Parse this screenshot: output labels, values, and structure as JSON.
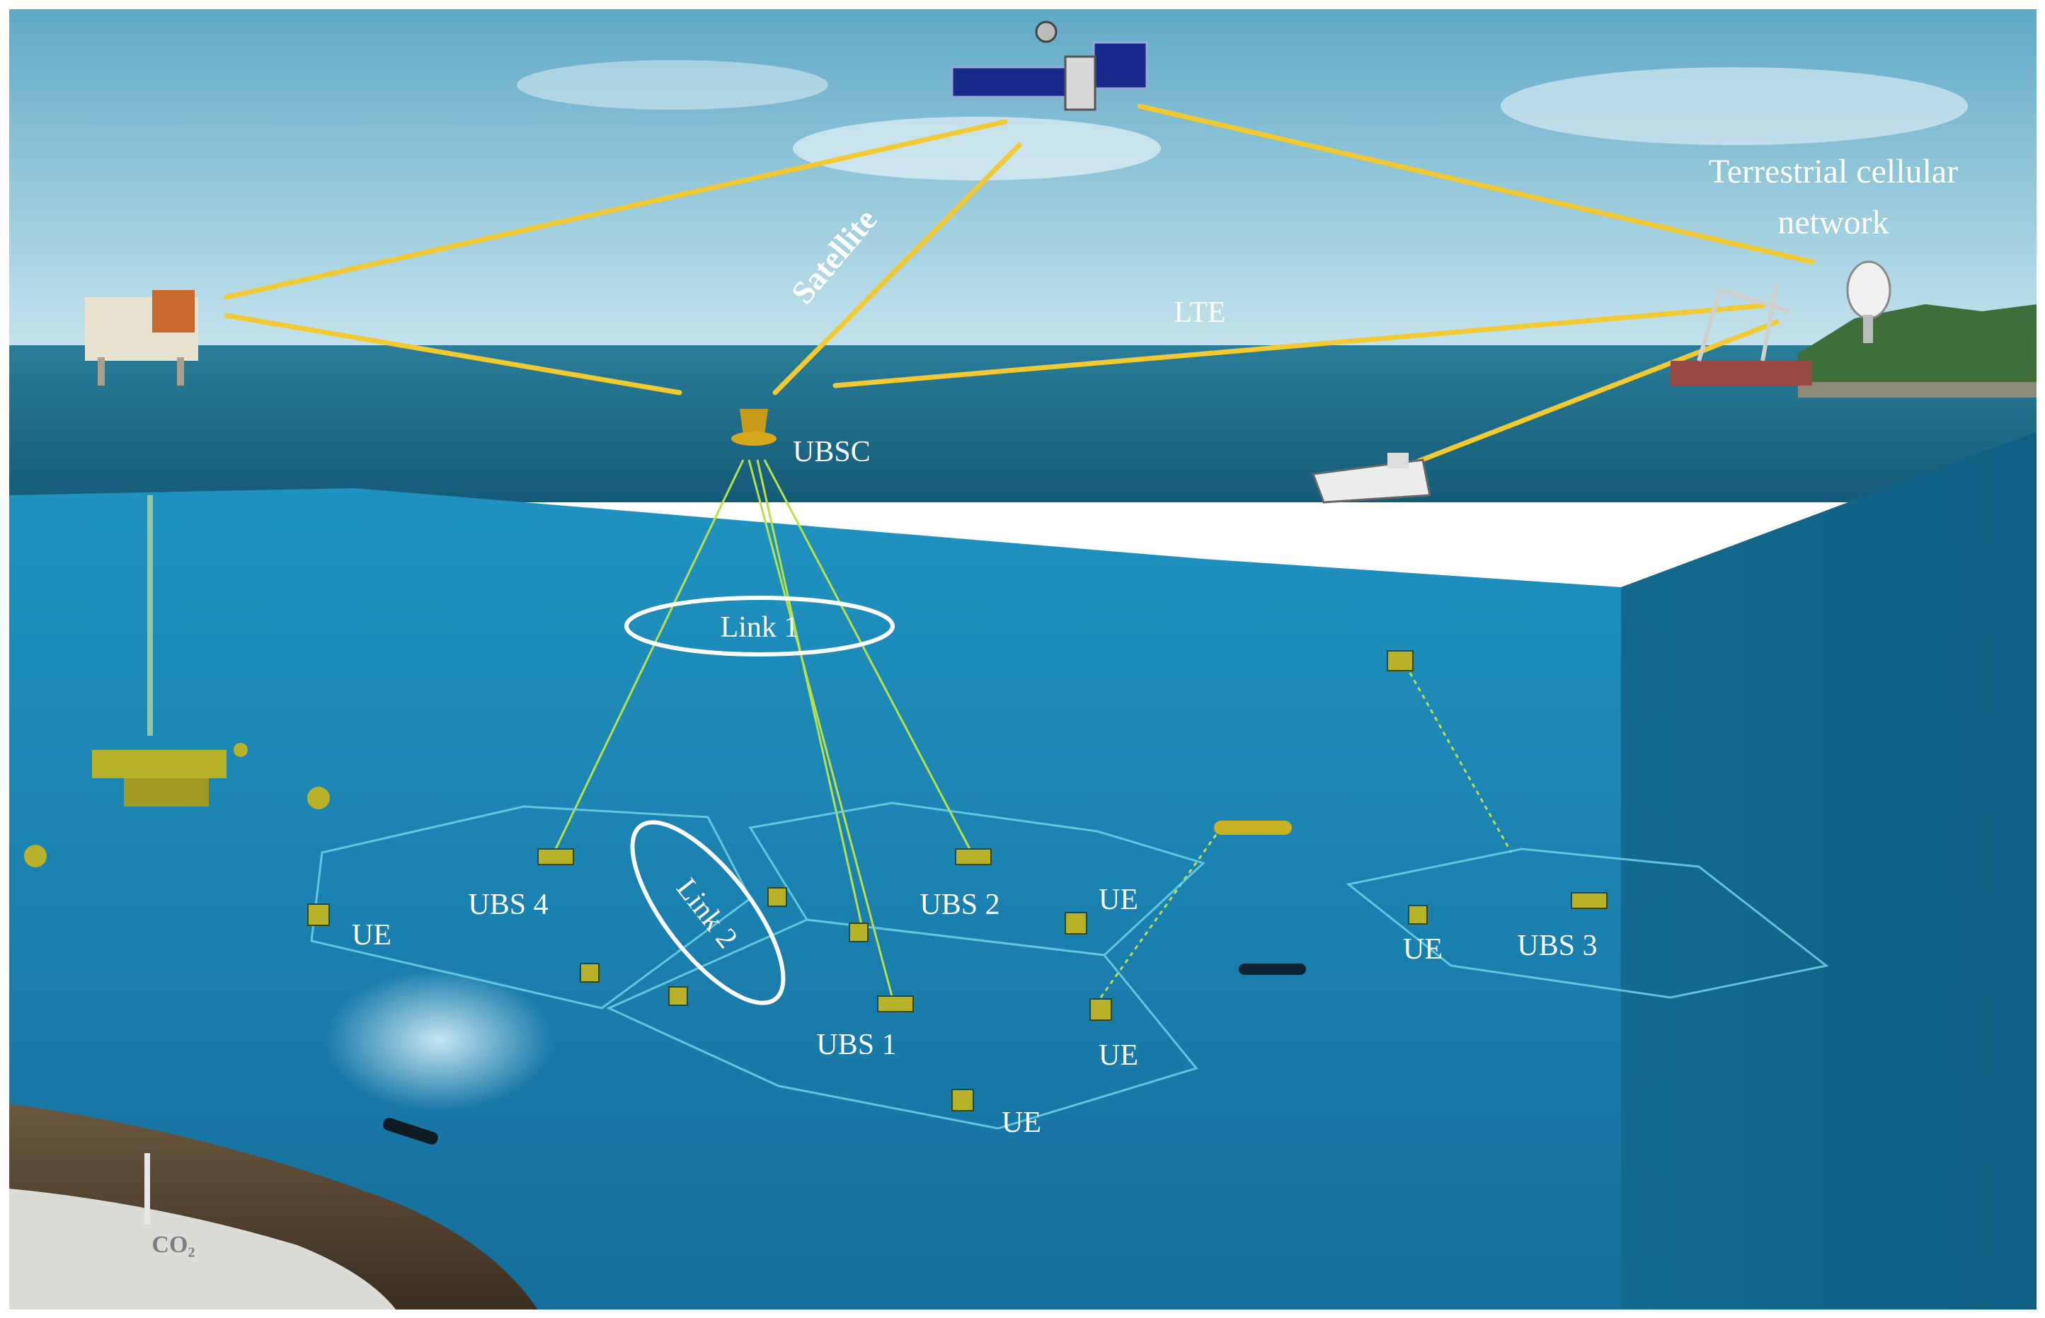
{
  "labels": {
    "satellite": "Satellite",
    "lte": "LTE",
    "terrestrial_line1": "Terrestrial cellular",
    "terrestrial_line2": "network",
    "ubsc": "UBSC",
    "link1": "Link 1",
    "link2": "Link 2",
    "ubs1": "UBS 1",
    "ubs2": "UBS 2",
    "ubs3": "UBS 3",
    "ubs4": "UBS 4",
    "ue_left": "UE",
    "ue_ubs2_right": "UE",
    "ue_ubs1_right": "UE",
    "ue_bottom": "UE",
    "ue_ubs3": "UE",
    "co2": "CO₂"
  },
  "colors": {
    "sky_top": "#5fa9c6",
    "sky_bottom": "#bfe0ea",
    "sea_surface": "#1d6f8e",
    "underwater": "#1e87b5",
    "seabed": "#4a3a2a",
    "radio_link": "#f2c930",
    "acoustic_link": "#b7e04a",
    "cell_outline": "#6fd4e6",
    "ellipse": "#ffffff"
  },
  "icons": [
    "satellite-icon",
    "oil-platform-icon",
    "port-crane-icon",
    "satellite-dish-icon",
    "ship-icon",
    "buoy-icon",
    "subsea-station-icon",
    "auv-icon",
    "diver-icon"
  ]
}
